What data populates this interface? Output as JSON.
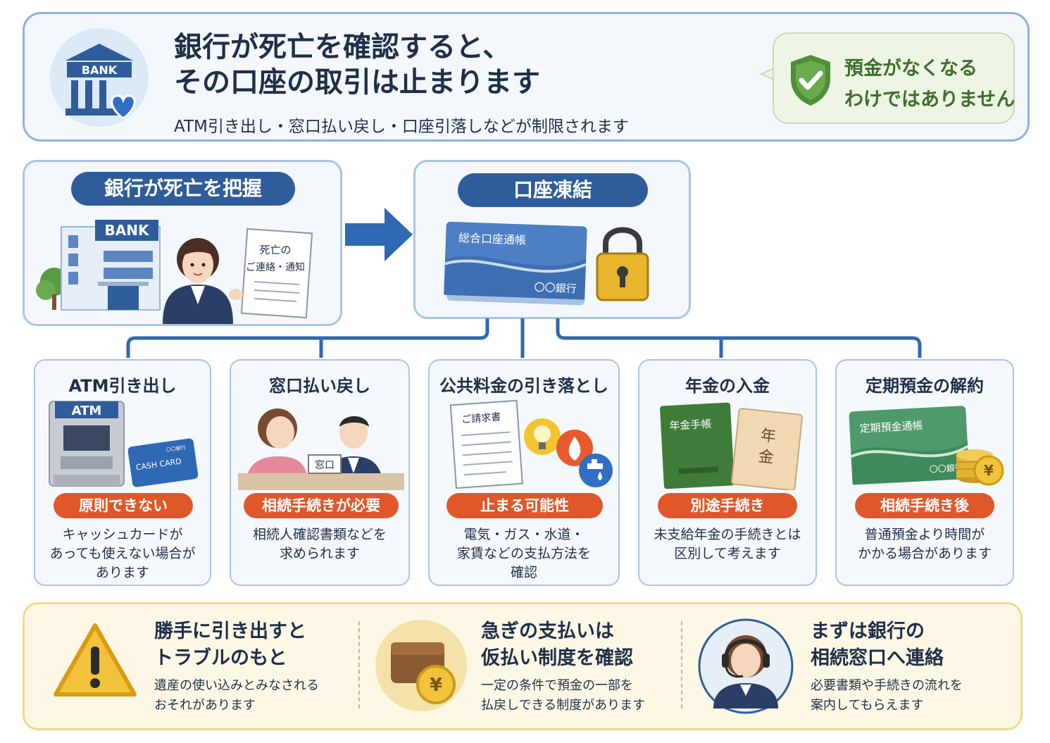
{
  "header": {
    "bank_label": "BANK",
    "title_line1": "銀行が死亡を確認すると、",
    "title_line2": "その口座の取引は止まります",
    "subtitle": "ATM引き出し・窓口払い戻し・口座引落しなどが制限されます",
    "bubble_line1": "預金がなくなる",
    "bubble_line2": "わけではありません"
  },
  "steps": [
    {
      "label": "銀行が死亡を把握",
      "bank_sign": "BANK",
      "paper_line1": "死亡の",
      "paper_line2": "ご連絡・通知"
    },
    {
      "label": "口座凍結",
      "passbook_title": "総合口座通帳",
      "passbook_bank": "〇〇銀行"
    }
  ],
  "services": [
    {
      "title": "ATM引き出し",
      "status": "原則できない",
      "desc_lines": [
        "キャッシュカードが",
        "あっても使えない場合が",
        "あります"
      ],
      "art": {
        "atm": "ATM",
        "card": "CASH CARD",
        "card_top": "〇〇銀行"
      }
    },
    {
      "title": "窓口払い戻し",
      "status": "相続手続きが必要",
      "desc_lines": [
        "相続人確認書類などを",
        "求められます"
      ],
      "art": {
        "desk": "窓口"
      }
    },
    {
      "title": "公共料金の引き落とし",
      "status": "止まる可能性",
      "desc_lines": [
        "電気・ガス・水道・",
        "家賃などの支払方法を",
        "確認"
      ],
      "art": {
        "bill": "ご請求書"
      }
    },
    {
      "title": "年金の入金",
      "status": "別途手続き",
      "desc_lines": [
        "未支給年金の手続きとは",
        "区別して考えます"
      ],
      "art": {
        "book": "年金手帳",
        "cert_line1": "年",
        "cert_line2": "金"
      }
    },
    {
      "title": "定期預金の解約",
      "status": "相続手続き後",
      "desc_lines": [
        "普通預金より時間が",
        "かかる場合があります"
      ],
      "art": {
        "passbook": "定期預金通帳",
        "bank": "〇〇銀行",
        "yen": "¥"
      }
    }
  ],
  "tips": [
    {
      "title_line1": "勝手に引き出すと",
      "title_line2": "トラブルのもと",
      "desc_line1": "遺産の使い込みとみなされる",
      "desc_line2": "おそれがあります",
      "icon": "warning-icon"
    },
    {
      "title_line1": "急ぎの支払いは",
      "title_line2": "仮払い制度を確認",
      "desc_line1": "一定の条件で預金の一部を",
      "desc_line2": "払戻しできる制度があります",
      "icon": "wallet-yen-icon",
      "yen": "¥"
    },
    {
      "title_line1": "まずは銀行の",
      "title_line2": "相続窓口へ連絡",
      "desc_line1": "必要書類や手続きの流れを",
      "desc_line2": "案内してもらえます",
      "icon": "operator-icon"
    }
  ],
  "colors": {
    "navy": "#2f5d9b",
    "orange": "#e0582a",
    "panel_border": "#a9c4e6",
    "bottom_border": "#f2d98c",
    "green_text": "#3e6f2c"
  }
}
